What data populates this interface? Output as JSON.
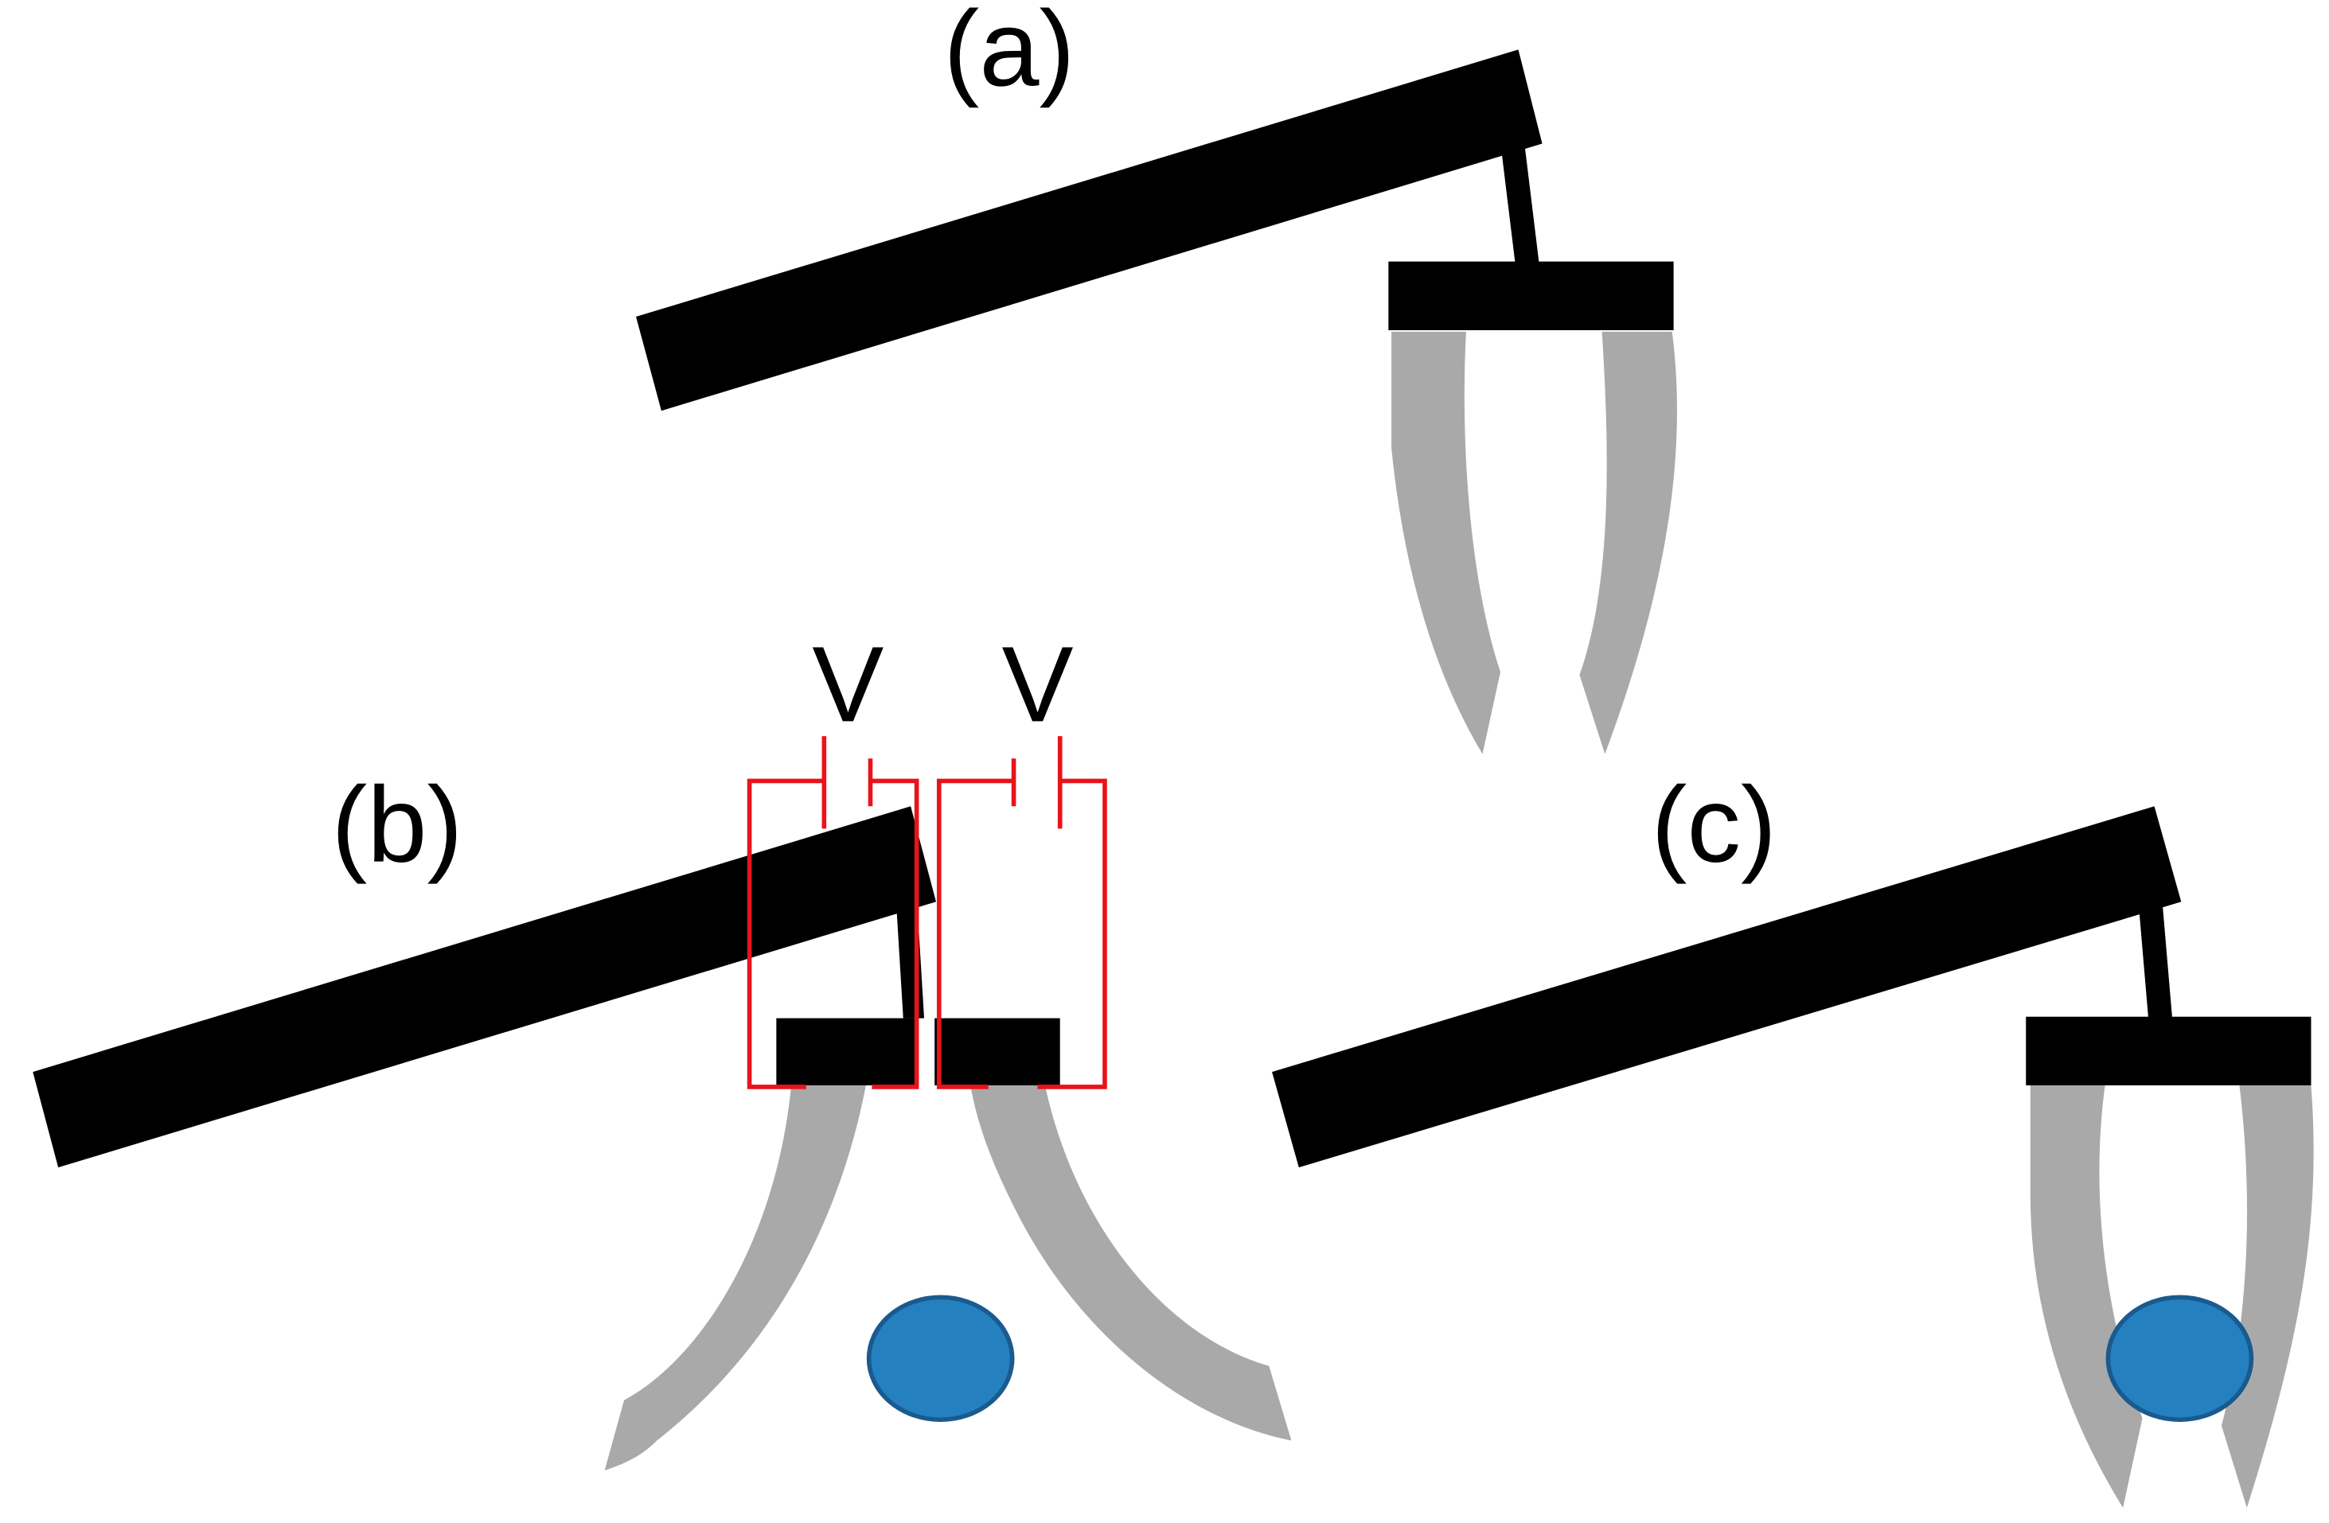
{
  "panels": [
    {
      "label": "(a)",
      "state": "open gripper"
    },
    {
      "label": "(b)",
      "state": "gripper opened by applied voltage, object below"
    },
    {
      "label": "(c)",
      "state": "gripper closed around object"
    }
  ],
  "voltage": {
    "left_label": "V",
    "right_label": "V"
  },
  "colors": {
    "arm": "#000000",
    "finger": "#a9a9a9",
    "circuit": "#e8141b",
    "object_fill": "#2580c0",
    "object_stroke": "#1a5a8e"
  }
}
